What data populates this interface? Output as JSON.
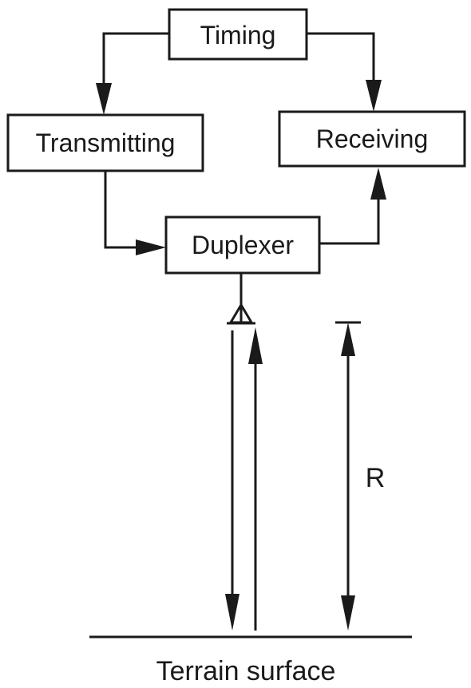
{
  "blocks": {
    "timing": "Timing",
    "transmitting": "Transmitting",
    "receiving": "Receiving",
    "duplexer": "Duplexer"
  },
  "range_label": "R",
  "ground_label": "Terrain surface",
  "colors": {
    "ink": "#1a1a1a",
    "background": "#ffffff"
  }
}
